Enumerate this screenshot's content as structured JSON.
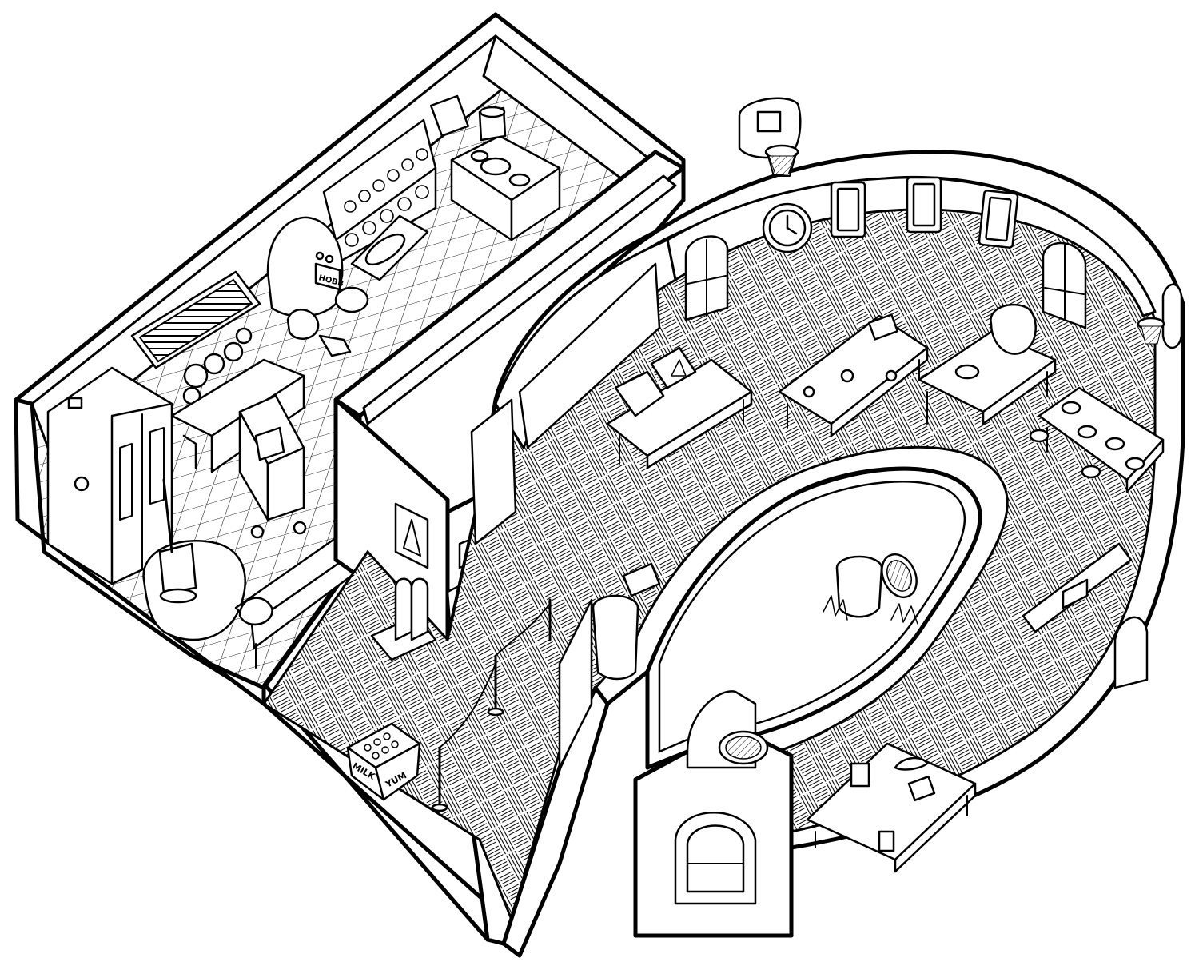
{
  "labels": {
    "crate_milk": "MILK",
    "crate_yum": "YUM",
    "hob_sign": "HOBB"
  },
  "colors": {
    "ink": "#000000",
    "paper": "#ffffff"
  }
}
